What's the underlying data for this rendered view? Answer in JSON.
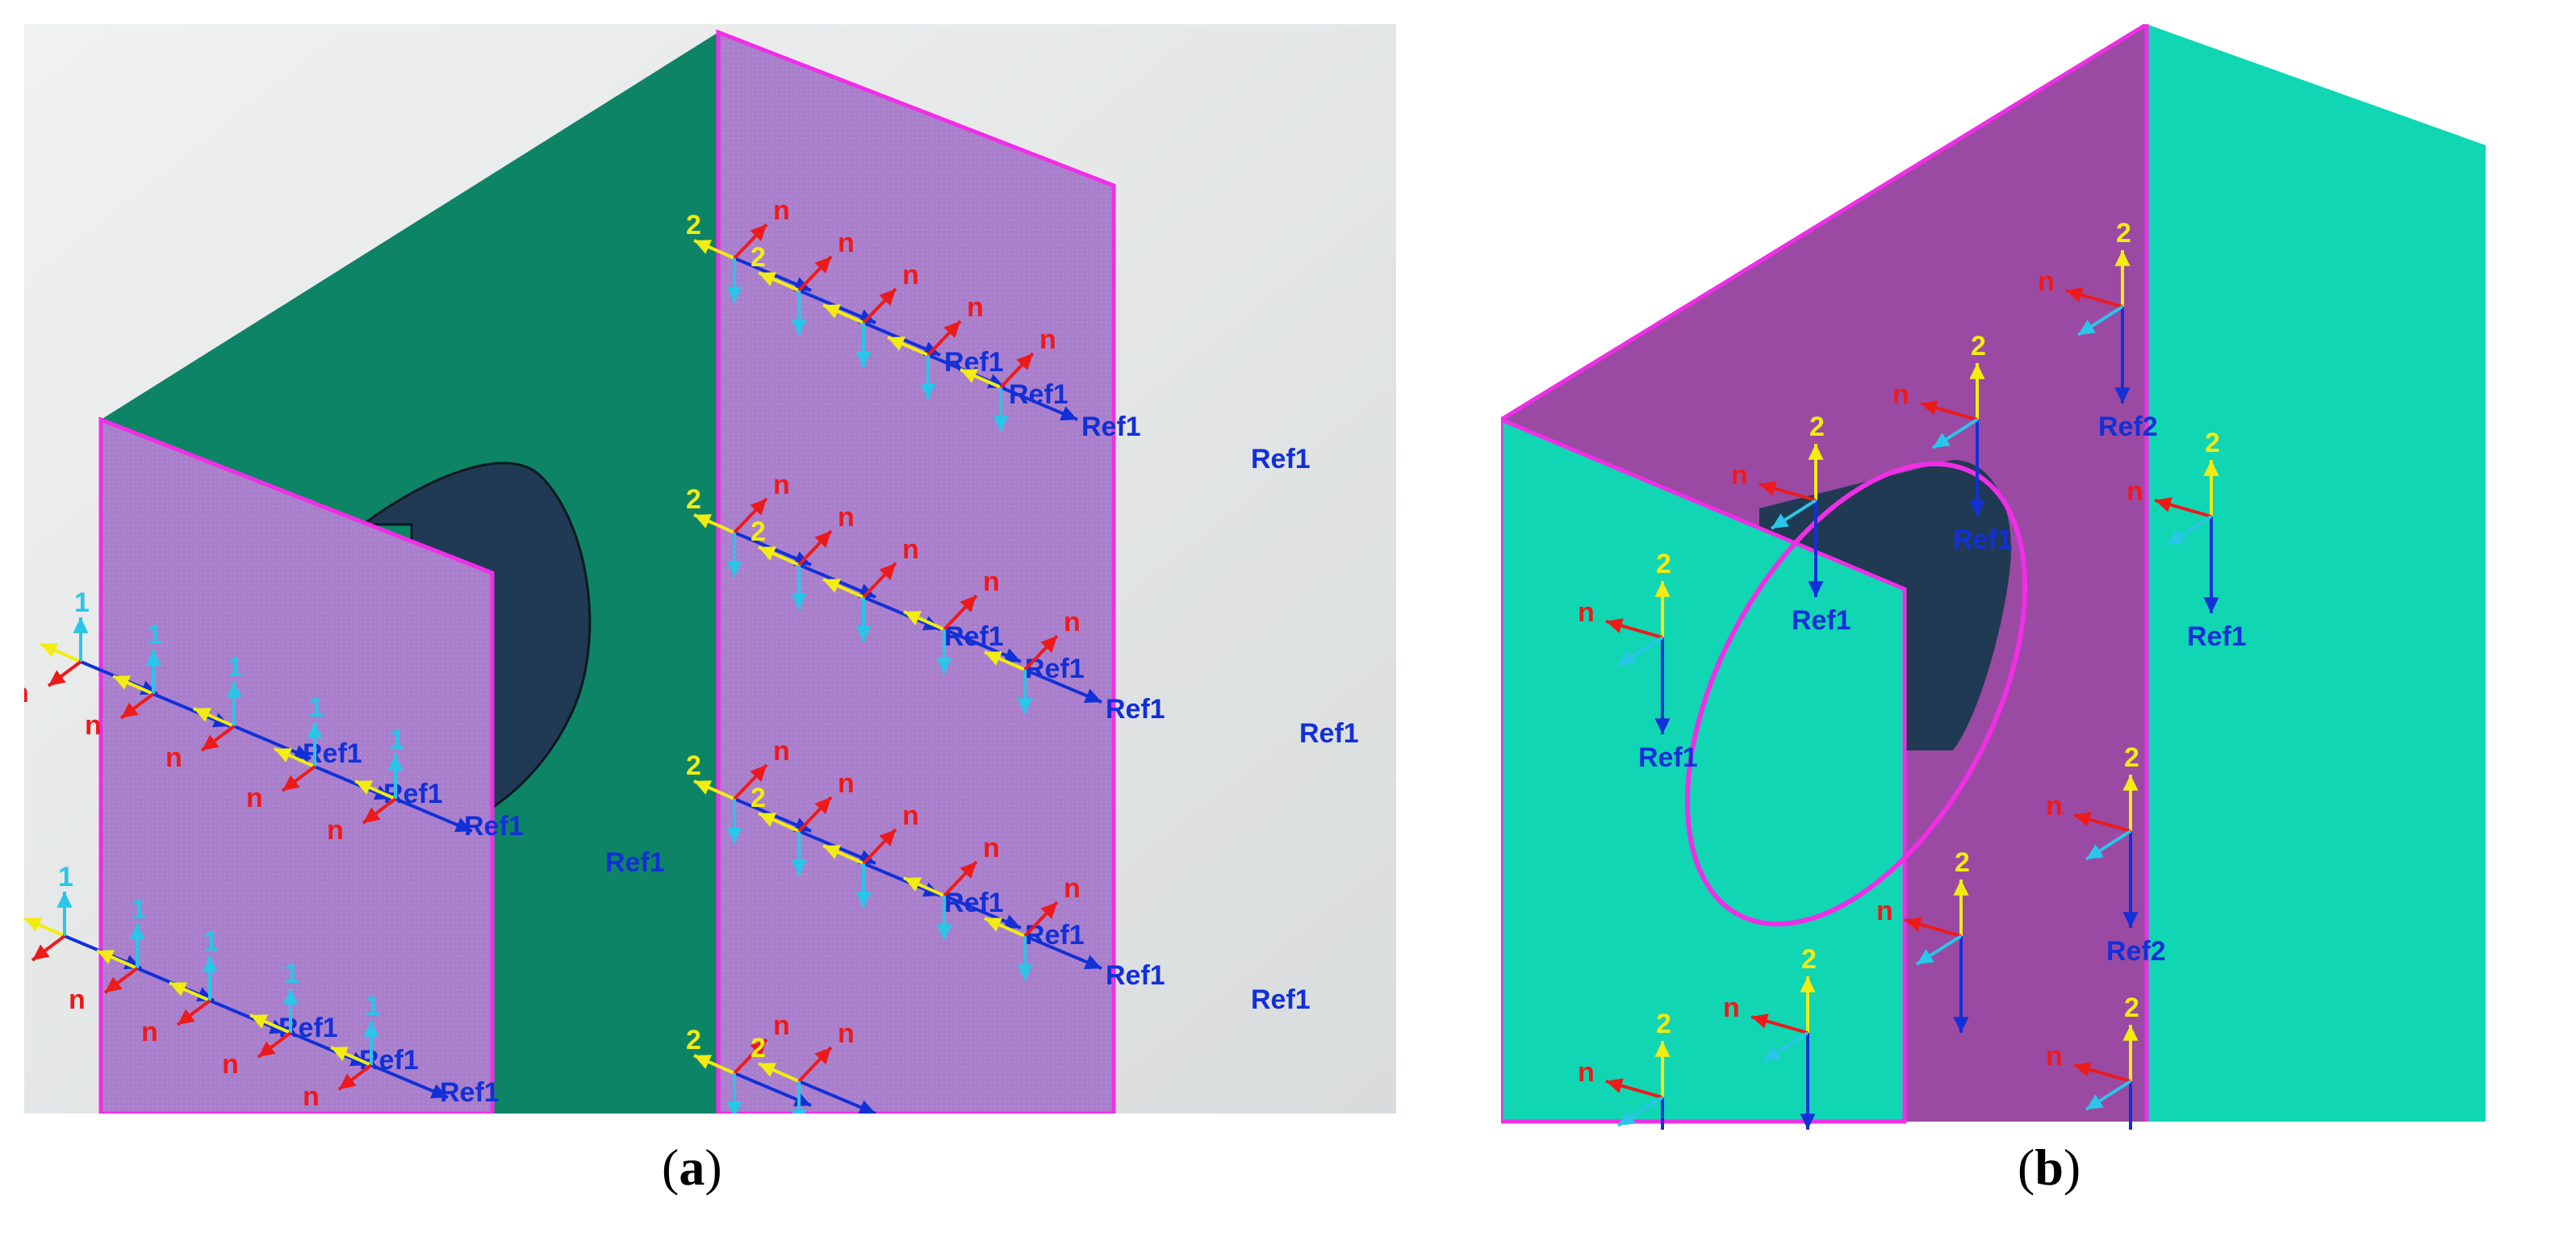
{
  "captions": {
    "a_letter": "a",
    "b_letter": "b"
  },
  "labels": {
    "axis_1": "1",
    "axis_2": "2",
    "axis_n": "n",
    "ref": "Ref1",
    "ref_partial_1": "Ref",
    "ref_partial_2": "Ref2"
  },
  "colors": {
    "light_bg": "#e6e8e8",
    "dark_green_face": "#0e8467",
    "purple_face": "#a97fcc",
    "pink_edge": "#f02ee6",
    "hole": "#1f3a52",
    "cyan_face": "#10d6b4",
    "magenta_face": "#9a4aa3",
    "axis_1": "#29c6e8",
    "axis_2": "#f2ec10",
    "axis_n": "#ee1a1a",
    "ref": "#1230d8"
  }
}
